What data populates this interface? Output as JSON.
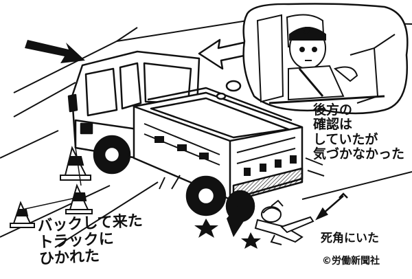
{
  "caption_left": [
    "バックして来た",
    "トラックに",
    "ひかれた"
  ],
  "caption_right": [
    "後方の",
    "確認は",
    "していたが",
    "気づかなかった"
  ],
  "label_blindspot": "死角にいた",
  "copyright": "©労働新聞社",
  "colors": {
    "ink": "#111111",
    "paper": "#ffffff",
    "shade": "#2a2a2a"
  }
}
